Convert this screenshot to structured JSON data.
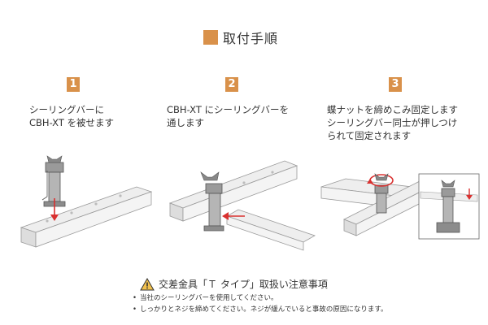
{
  "title": {
    "text": "取付手順",
    "accent_color": "#d9914a"
  },
  "steps": [
    {
      "number": "1",
      "text": "シーリングバーに\nCBH-XT を被せます"
    },
    {
      "number": "2",
      "text": "CBH-XT にシーリングバーを\n通します"
    },
    {
      "number": "3",
      "text": "蝶ナットを締めこみ固定します\nシーリングバー同士が押しつけ\nられて固定されます"
    }
  ],
  "notice": {
    "icon": "warning-triangle-icon",
    "title": "交差金具「Ｔ タイプ」取扱い注意事項",
    "items": [
      {
        "bullet": "•",
        "text": "当社のシーリングバーを使用してください。"
      },
      {
        "bullet": "•",
        "text": "しっかりとネジを締めてください。ネジが緩んでいると事故の原因になります。"
      }
    ]
  },
  "colors": {
    "step_badge": "#d9914a",
    "arrow": "#d9302f",
    "rail": "#e6e6e6",
    "bracket": "#8c8c8c"
  }
}
